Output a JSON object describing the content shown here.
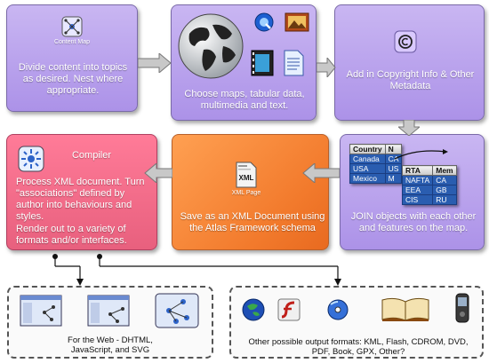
{
  "box1": {
    "icon_label": "Content Map",
    "text": "Divide content into topics as desired. Nest where appropriate."
  },
  "box2": {
    "text": "Choose maps, tabular data, multimedia and text."
  },
  "box3": {
    "text": "Add in Copyright Info & Other Metadata"
  },
  "box4": {
    "text": "JOIN objects with each other and features on the map.",
    "table1": {
      "headers": [
        "Country",
        "N"
      ],
      "rows": [
        [
          "Canada",
          "CA"
        ],
        [
          "USA",
          "US"
        ],
        [
          "Mexico",
          "M"
        ]
      ]
    },
    "table2": {
      "headers": [
        "RTA",
        "Mem"
      ],
      "rows": [
        [
          "NAFTA",
          "CA"
        ],
        [
          "EEA",
          "GB"
        ],
        [
          "CIS",
          "RU"
        ]
      ]
    }
  },
  "box5": {
    "icon_text": "XML",
    "icon_label": "XML Page",
    "text": "Save as an XML Document using the Atlas Framework schema"
  },
  "box6": {
    "title": "Compiler",
    "text1": "Process XML document. Turn \"associations\" defined by author into behaviours and styles.",
    "text2": "Render out to a variety of formats and/or interfaces."
  },
  "out1": {
    "text": "For the Web - DHTML, JavaScript, and SVG"
  },
  "out2": {
    "text": "Other possible output formats: KML, Flash, CDROM, DVD, PDF, Book, GPX, Other?"
  },
  "colors": {
    "purple": "#b9a2ee",
    "red": "#f06a88",
    "orange": "#f58a3c",
    "table_blue": "#2a5db0"
  }
}
